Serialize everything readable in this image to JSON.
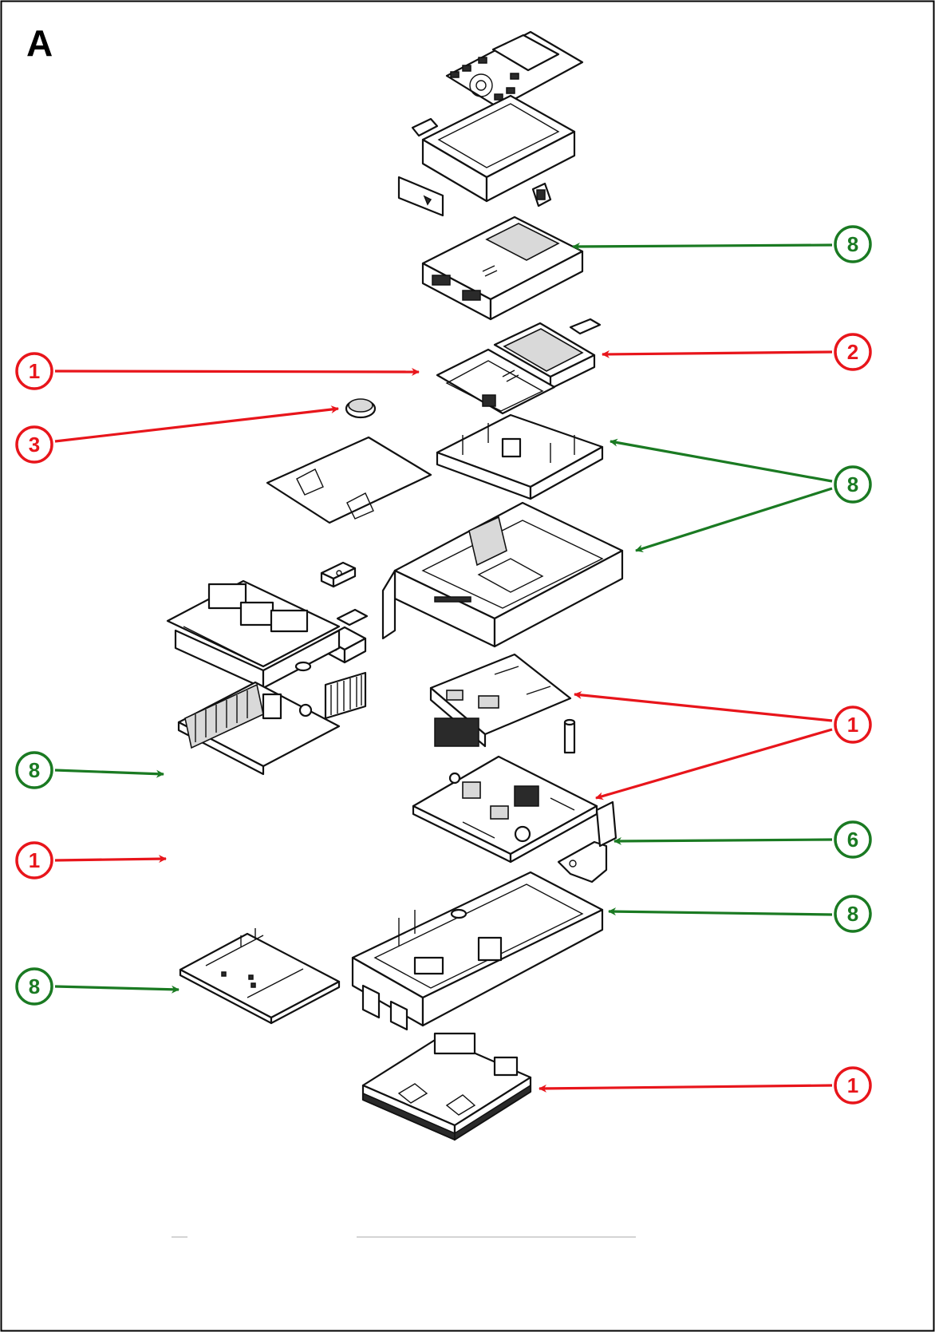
{
  "panel_label": "A",
  "colors": {
    "red": "#e8151b",
    "green": "#1a7a22",
    "line": "#111111",
    "border": "#000000"
  },
  "callouts": [
    {
      "id": "c1",
      "number": "8",
      "color": "green"
    },
    {
      "id": "c2",
      "number": "2",
      "color": "red"
    },
    {
      "id": "c3",
      "number": "1",
      "color": "red"
    },
    {
      "id": "c4",
      "number": "3",
      "color": "red"
    },
    {
      "id": "c5",
      "number": "8",
      "color": "green"
    },
    {
      "id": "c6",
      "number": "1",
      "color": "red"
    },
    {
      "id": "c7",
      "number": "8",
      "color": "green"
    },
    {
      "id": "c8",
      "number": "1",
      "color": "red"
    },
    {
      "id": "c9",
      "number": "6",
      "color": "green"
    },
    {
      "id": "c10",
      "number": "8",
      "color": "green"
    },
    {
      "id": "c11",
      "number": "8",
      "color": "green"
    },
    {
      "id": "c12",
      "number": "1",
      "color": "red"
    }
  ],
  "parts": [
    {
      "name": "keypad-membrane"
    },
    {
      "name": "front-bezel"
    },
    {
      "name": "small-label"
    },
    {
      "name": "side-cover"
    },
    {
      "name": "connector-cap"
    },
    {
      "name": "display-housing"
    },
    {
      "name": "display-module"
    },
    {
      "name": "display-board"
    },
    {
      "name": "coin-battery"
    },
    {
      "name": "display-frame"
    },
    {
      "name": "left-board"
    },
    {
      "name": "main-housing-top"
    },
    {
      "name": "clip"
    },
    {
      "name": "latch-block"
    },
    {
      "name": "terminal-comb"
    },
    {
      "name": "control-board-upper"
    },
    {
      "name": "standoff"
    },
    {
      "name": "control-board-lower"
    },
    {
      "name": "terminal-cover"
    },
    {
      "name": "terminal-board"
    },
    {
      "name": "bracket"
    },
    {
      "name": "chassis-frame"
    },
    {
      "name": "base-plate"
    },
    {
      "name": "power-board"
    }
  ]
}
